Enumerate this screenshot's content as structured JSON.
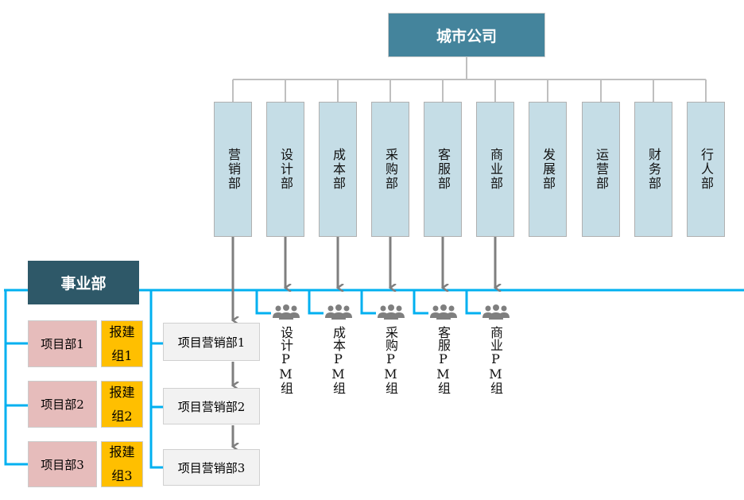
{
  "city_company": "城市公司",
  "departments": [
    "营销部",
    "设计部",
    "成本部",
    "采购部",
    "客服部",
    "商业部",
    "发展部",
    "运营部",
    "财务部",
    "行人部"
  ],
  "business_unit": "事业部",
  "projects": [
    {
      "name": "项目部1",
      "group": "报建组1"
    },
    {
      "name": "项目部2",
      "group": "报建组2"
    },
    {
      "name": "项目部3",
      "group": "报建组3"
    }
  ],
  "marketing": [
    "项目营销部1",
    "项目营销部2",
    "项目营销部3"
  ],
  "pm_groups": [
    "设计PM组",
    "成本PM组",
    "采购PM组",
    "客服PM组",
    "商业PM组"
  ],
  "colors": {
    "line_blue": "#00b0f0",
    "arrow_gray": "#7f7f7f"
  }
}
